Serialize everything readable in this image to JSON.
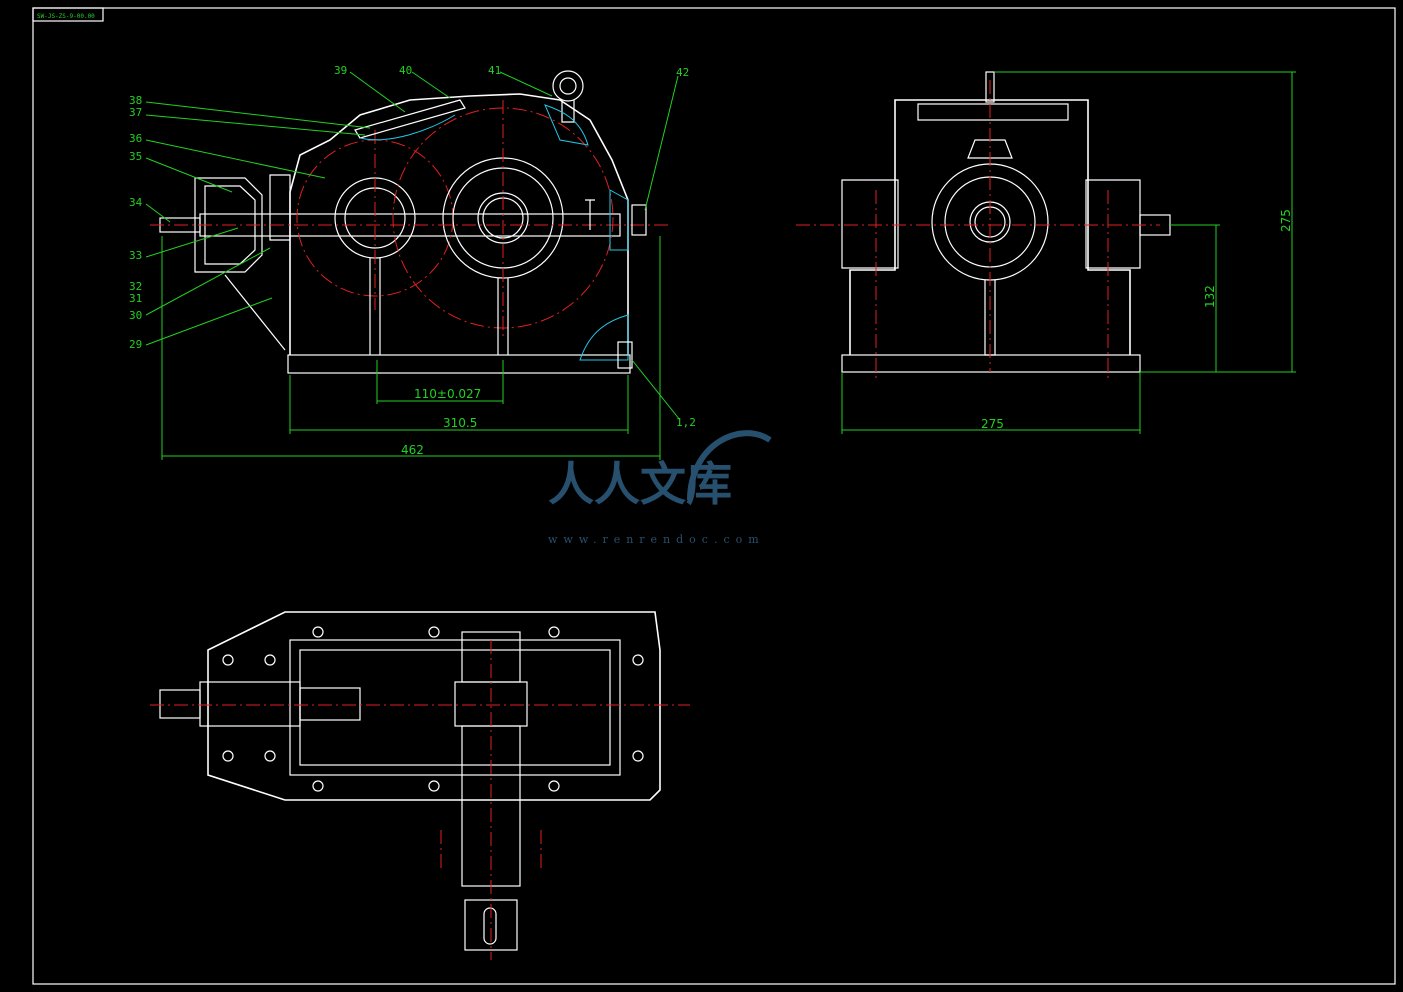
{
  "title_block": {
    "code": "SW-JS-ZS-9-00.00"
  },
  "front_view": {
    "part_labels": [
      "39",
      "40",
      "41",
      "42",
      "38",
      "37",
      "36",
      "35",
      "34",
      "33",
      "32",
      "31",
      "30",
      "29",
      "1,2"
    ],
    "dimensions": {
      "center_distance": "110±0.027",
      "base_length": "310.5",
      "overall_length": "462"
    }
  },
  "side_view": {
    "dimensions": {
      "height": "275",
      "shaft_height": "132",
      "width": "275"
    }
  },
  "watermark": {
    "brand": "人人文库",
    "url": "www.renrendoc.com"
  },
  "colors": {
    "outline": "#ffffff",
    "center_lines": "#e02020",
    "dimensions": "#22d022",
    "hatch": "#22c8e8",
    "watermark": "#27506e"
  }
}
